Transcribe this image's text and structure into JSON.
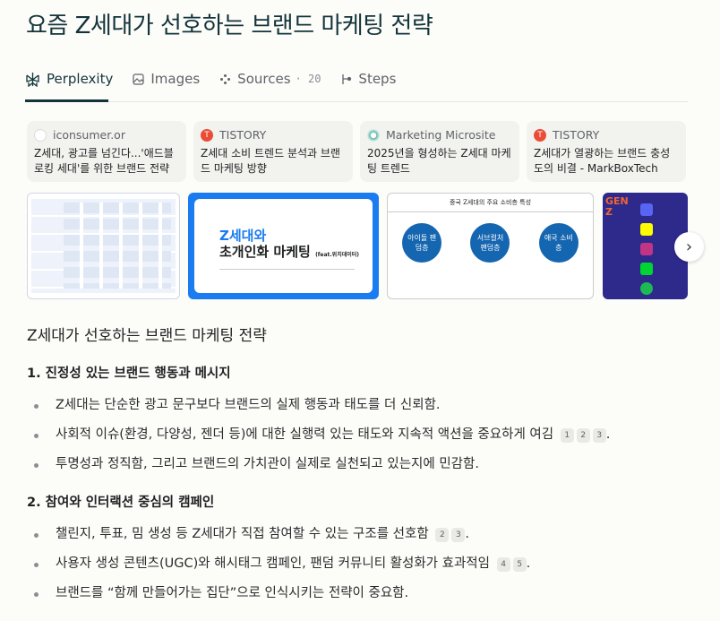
{
  "title": "요즘 Z세대가 선호하는 브랜드 마케팅 전략",
  "tabs": [
    {
      "label": "Perplexity",
      "icon": "perplexity-icon"
    },
    {
      "label": "Images",
      "icon": "image-icon"
    },
    {
      "label": "Sources",
      "count": "20",
      "icon": "sources-icon"
    },
    {
      "label": "Steps",
      "icon": "steps-icon"
    }
  ],
  "sources": [
    {
      "site": "iconsumer.or",
      "title": "Z세대, 광고를 넘긴다...'애드블로킹 세대'를 위한 브랜드 전략 ...",
      "favicon_color": "#ffffff"
    },
    {
      "site": "TISTORY",
      "title": "Z세대 소비 트렌드 분석과 브랜드 마케팅 방향",
      "favicon_color": "#eb4c36"
    },
    {
      "site": "Marketing Microsite",
      "title": "2025년을 형성하는 Z세대 마케팅 트렌드",
      "favicon_color": "#5fb8a8"
    },
    {
      "site": "TISTORY",
      "title": "Z세대가 열광하는 브랜드 충성도의 비결 - MarkBoxTech",
      "favicon_color": "#eb4c36"
    }
  ],
  "images": {
    "img2_title1": "Z세대와",
    "img2_title2": "초개인화 마케팅",
    "img2_feat": "(feat.위치데이터)",
    "img3_title": "중국 Z세대의 주요 소비층 특성",
    "img3_circles": [
      "아이돌 팬덤층",
      "서브컬처 팬덤층",
      "애국 소비층"
    ],
    "img4_title": "GEN Z"
  },
  "answer": {
    "heading": "Z세대가 선호하는 브랜드 마케팅 전략",
    "sections": [
      {
        "title": "1. 진정성 있는 브랜드 행동과 메시지",
        "bullets": [
          {
            "text": "Z세대는 단순한 광고 문구보다 브랜드의 실제 행동과 태도를 더 신뢰함.",
            "cites": []
          },
          {
            "text": "사회적 이슈(환경, 다양성, 젠더 등)에 대한 실행력 있는 태도와 지속적 액션을 중요하게 여김",
            "cites": [
              "1",
              "2",
              "3"
            ]
          },
          {
            "text": "투명성과 정직함, 그리고 브랜드의 가치관이 실제로 실천되고 있는지에 민감함.",
            "cites": []
          }
        ]
      },
      {
        "title": "2. 참여와 인터랙션 중심의 캠페인",
        "bullets": [
          {
            "text": "챌린지, 투표, 밈 생성 등 Z세대가 직접 참여할 수 있는 구조를 선호함",
            "cites": [
              "2",
              "3"
            ]
          },
          {
            "text": "사용자 생성 콘텐츠(UGC)와 해시태그 캠페인, 팬덤 커뮤니티 활성화가 효과적임",
            "cites": [
              "4",
              "5"
            ]
          },
          {
            "text": "브랜드를 “함께 만들어가는 집단”으로 인식시키는 전략이 중요함.",
            "cites": []
          }
        ]
      }
    ]
  }
}
